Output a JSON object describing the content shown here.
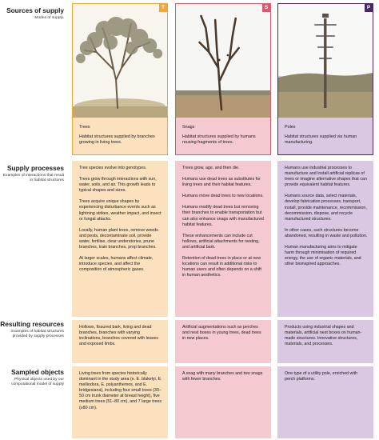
{
  "rows": {
    "supply": {
      "title": "Sources of supply",
      "desc": "Modes of supply."
    },
    "processes": {
      "title": "Supply processes",
      "desc": "Examples of interactions that result in habitat structures"
    },
    "resources": {
      "title": "Resulting resources",
      "desc": "Examples of habitat structures provided by supply processes"
    },
    "samples": {
      "title": "Sampled objects",
      "desc": "Physical objects used by our computational model of supply"
    }
  },
  "columns": [
    {
      "badge": "T",
      "name": "Trees",
      "desc": "Habitat structures supplied by branches growing in living trees.",
      "processes": [
        "Tree species evolve into genotypes.",
        "Trees grow through interactions with sun, water, soils, and air. This growth leads to typical shapes and sizes.",
        "Trees acquire unique shapes by experiencing disturbance events such as lightning strikes, weather impact, and insect or fungal attacks.",
        "Locally, human plant trees, remove weeds and pests, decontaminate soil, provide water, fertilise, clear understories, prune branches, train branches, prop branches.",
        "At larger scales, humans affect climate, introduce species, and affect the composition of atmospheric gases."
      ],
      "resources": "Hollows, fissured bark, living and dead branches, branches with varying inclinations, branches covered with leaves and exposed limbs.",
      "samples": "Living trees from species historically dominant in the study area (e. E. blakelyi, E. melliodora, E. polyanthemos, and E. bridgesiana), including four small trees (30–50 cm trunk diameter at breast height), five medium trees (51–80 cm), and 7 large trees (≥80 cm)."
    },
    {
      "badge": "S",
      "name": "Snags",
      "desc": "Habitat structures supplied by humans reusing fragments of trees.",
      "processes": [
        "Trees grow, age, and then die.",
        "Humans use dead trees as substitutes for living trees and their habitat features.",
        "Humans move dead trees to new locations.",
        "Humans modify dead trees but removing their branches to enable transportation but can also enhance snags with manufactured habitat features.",
        "These enhancements can include cut hollows, artificial attachments for nesting, and artificial bark.",
        "Retention of dead trees in place or at new locations can result in additional risks to human users and often depends on a shift in human aesthetics."
      ],
      "resources": "Artificial augmentations such as perches and nest boxes in young trees, dead trees in new places.",
      "samples": "A snag with many branches and two snags with fewer branches."
    },
    {
      "badge": "P",
      "name": "Poles",
      "desc": "Habitat structures supplied via human manufacturing.",
      "processes": [
        "Humans use industrial processes to manufacture and install artificial replicas of trees or imagine alternative shapes that can provide equivalent habitat features.",
        "Humans source data, select materials, develop fabrication processes, transport, install, provide maintenance, recommission, decommission, dispose, and recycle manufactured structures.",
        "In other cases, such structures become abandoned, resulting in waste and pollution.",
        "Human manufacturing aims to mitigate harm through minimisation of required energy, the use of organic materials, and other bioinspired approaches."
      ],
      "resources": "Products using industrial shapes and materials, artificial nest boxes on human-made structures. Innovative structures, materials, and processes.",
      "samples": "One type of a utility pole, enriched with perch platforms."
    }
  ]
}
